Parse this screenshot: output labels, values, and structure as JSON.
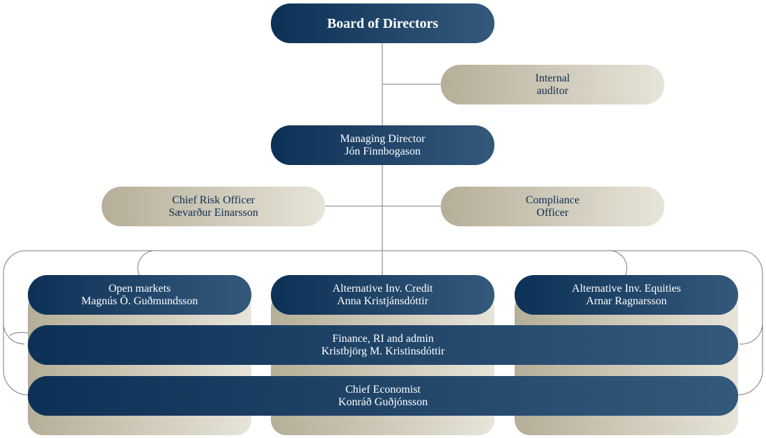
{
  "board": {
    "label": "Board of Directors"
  },
  "internal_auditor": {
    "line1": "Internal",
    "line2": "auditor"
  },
  "managing_director": {
    "title": "Managing Director",
    "name": "Jón Finnbogason"
  },
  "chief_risk_officer": {
    "title": "Chief Risk Officer",
    "name": "Sævarður Einarsson"
  },
  "compliance_officer": {
    "line1": "Compliance",
    "line2": "Officer"
  },
  "open_markets": {
    "title": "Open markets",
    "name": "Magnús Ö. Guðmundsson"
  },
  "alt_credit": {
    "title": "Alternative Inv. Credit",
    "name": "Anna Kristjánsdóttir"
  },
  "alt_equities": {
    "title": "Alternative Inv. Equities",
    "name": "Arnar Ragnarsson"
  },
  "finance": {
    "title": "Finance, RI and admin",
    "name": "Kristbjörg M. Kristinsdóttir"
  },
  "chief_economist": {
    "title": "Chief Economist",
    "name": "Konráð Guðjónsson"
  },
  "colors": {
    "dark_start": "#0d3156",
    "dark_end": "#33597b",
    "tan_start": "#b5ae98",
    "tan_end": "#e7e4d9",
    "connector": "#7a7a7a"
  }
}
